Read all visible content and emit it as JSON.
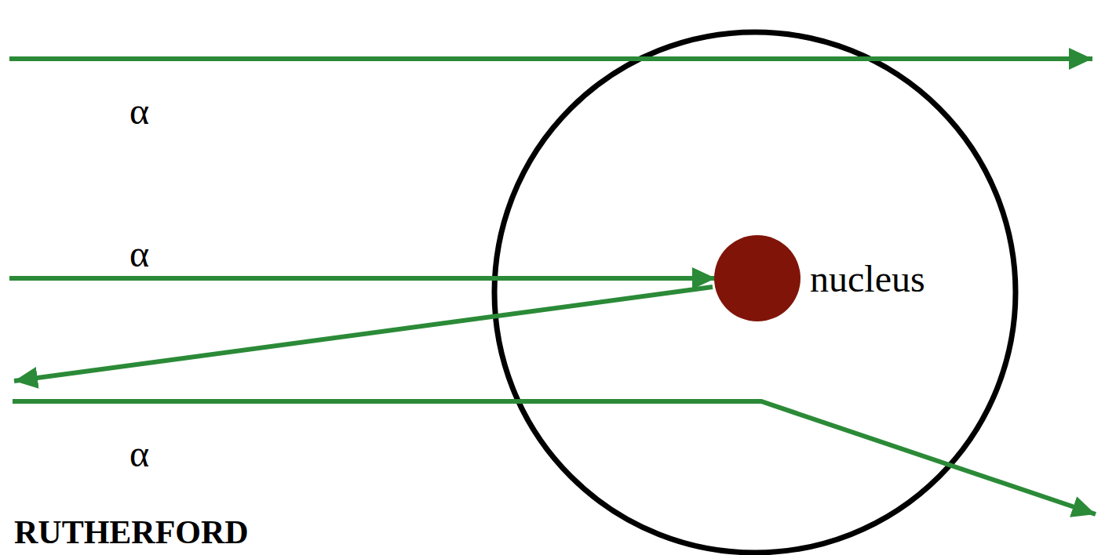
{
  "diagram": {
    "nodes": [
      {
        "text": [
          "nucleus"
        ]
      }
    ],
    "labels": [
      "α",
      "α",
      "α",
      "RUTHERFORD"
    ]
  }
}
